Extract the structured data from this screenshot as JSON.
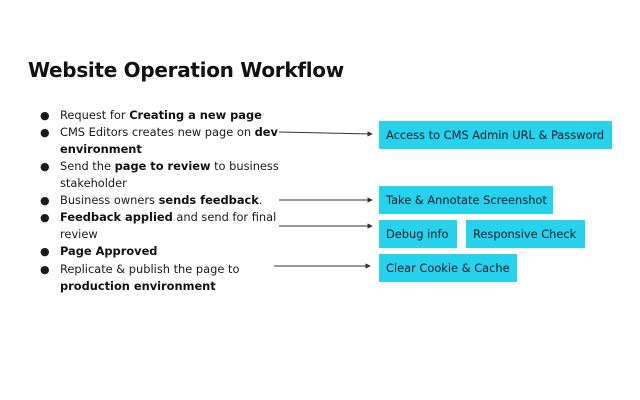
{
  "title": "Website Operation Workflow",
  "steps": [
    {
      "pre": "Request for ",
      "bold": "Creating a new page",
      "post": ""
    },
    {
      "pre": "CMS Editors creates new page on ",
      "bold": "dev environment",
      "post": ""
    },
    {
      "pre": "Send the ",
      "bold": "page to review",
      "post": " to business stakeholder"
    },
    {
      "pre": "Business owners ",
      "bold": "sends feedback",
      "post": "."
    },
    {
      "pre": "",
      "bold": "Feedback applied",
      "post": " and send for final review"
    },
    {
      "pre": "",
      "bold": "Page Approved",
      "post": ""
    },
    {
      "pre": "Replicate & publish the page to ",
      "bold": "production environment",
      "post": ""
    }
  ],
  "bullet_char": "●",
  "tags": {
    "cms_access": "Access to CMS Admin URL & Password",
    "screenshot": "Take & Annotate Screenshot",
    "debug": "Debug info",
    "responsive": "Responsive Check",
    "cache": "Clear Cookie & Cache"
  },
  "colors": {
    "tag_background": "#27d3ec",
    "text": "#111111",
    "arrow": "#333333"
  }
}
